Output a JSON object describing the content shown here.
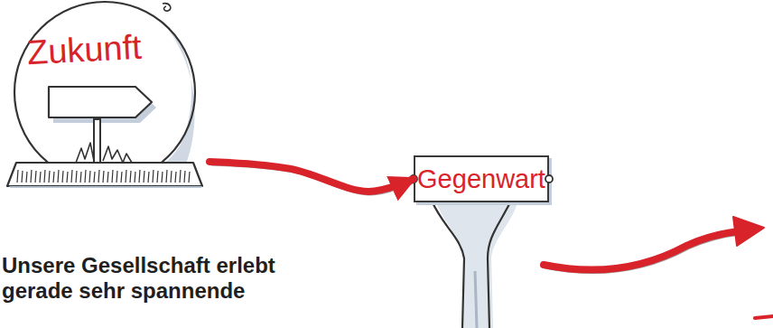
{
  "diagram": {
    "nodes": [
      {
        "text": [
          "Zukunft"
        ]
      },
      {
        "text": [
          "Gegenwart"
        ]
      }
    ],
    "edges": [
      {
        "from": 0,
        "to": 1,
        "arrow": "to"
      }
    ],
    "labels": [
      "Unsere Gesellschaft erlebt gerade sehr spannende"
    ]
  }
}
